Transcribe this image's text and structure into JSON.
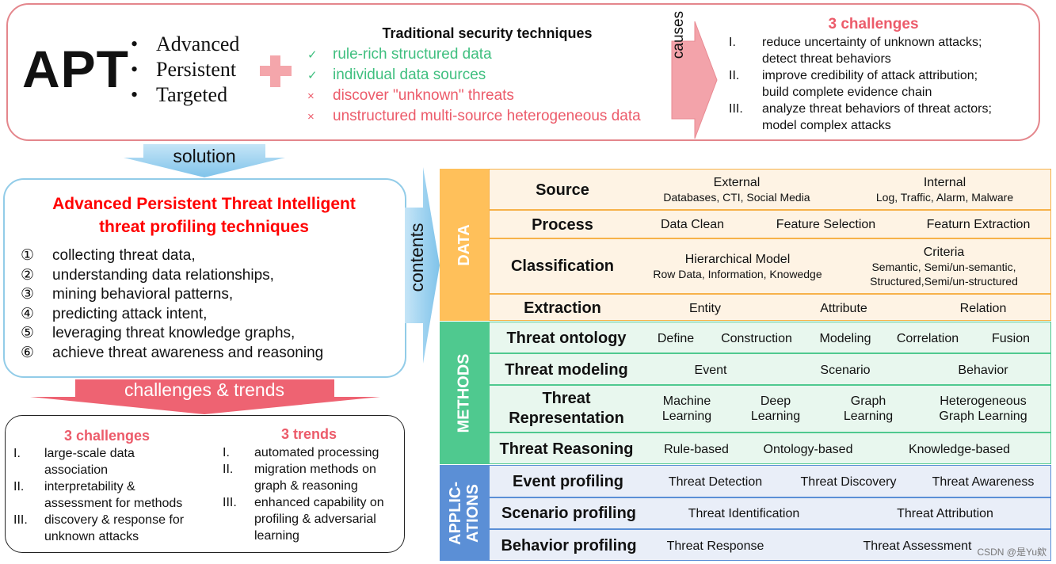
{
  "top": {
    "apt": "APT",
    "apt_items": [
      "Advanced",
      "Persistent",
      "Targeted"
    ],
    "traditional_title": "Traditional security techniques",
    "traditional_items": [
      {
        "mark": "✓",
        "text": "rule-rich structured data"
      },
      {
        "mark": "✓",
        "text": "individual data sources"
      },
      {
        "mark": "×",
        "text": "discover \"unknown\" threats"
      },
      {
        "mark": "×",
        "text": "unstructured multi-source heterogeneous data"
      }
    ],
    "causes": "causes",
    "challenges_title": "3 challenges",
    "challenges": [
      {
        "num": "I.",
        "line1": "reduce uncertainty of unknown attacks;",
        "line2": "detect threat behaviors"
      },
      {
        "num": "II.",
        "line1": "improve credibility of attack attribution;",
        "line2": "build complete evidence chain"
      },
      {
        "num": "III.",
        "line1": "analyze threat behaviors of threat actors;",
        "line2": "model complex attacks"
      }
    ]
  },
  "solution": "solution",
  "profiling": {
    "title_line1": "Advanced Persistent Threat Intelligent",
    "title_line2": "threat profiling techniques",
    "items": [
      {
        "num": "①",
        "text": "collecting threat data,"
      },
      {
        "num": "②",
        "text": "understanding data relationships,"
      },
      {
        "num": "③",
        "text": "mining behavioral patterns,"
      },
      {
        "num": "④",
        "text": "predicting attack intent,"
      },
      {
        "num": "⑤",
        "text": "leveraging threat knowledge graphs,"
      },
      {
        "num": "⑥",
        "text": "achieve threat awareness and reasoning"
      }
    ]
  },
  "contents": "contents",
  "challenges_trends": "challenges & trends",
  "bottom": {
    "challenges_title": "3 challenges",
    "challenges": [
      {
        "num": "I.",
        "line1": "large-scale data",
        "line2": "association"
      },
      {
        "num": "II.",
        "line1": "interpretability &",
        "line2": "assessment for methods"
      },
      {
        "num": "III.",
        "line1": "discovery & response for",
        "line2": "unknown attacks"
      }
    ],
    "trends_title": "3 trends",
    "trends": [
      {
        "num": "I.",
        "line1": "automated processing",
        "line2": ""
      },
      {
        "num": "II.",
        "line1": "migration methods on",
        "line2": "graph & reasoning"
      },
      {
        "num": "III.",
        "line1": "enhanced capability on",
        "line2": "profiling & adversarial",
        "line3": "learning"
      }
    ]
  },
  "table": {
    "data_label": "DATA",
    "methods_label": "METHODS",
    "app_label_line1": "APPLIC-",
    "app_label_line2": "ATIONS",
    "source": {
      "label": "Source",
      "ext_title": "External",
      "ext_sub": "Databases, CTI, Social Media",
      "int_title": "Internal",
      "int_sub": "Log, Traffic, Alarm, Malware"
    },
    "process": {
      "label": "Process",
      "cells": [
        "Data Clean",
        "Feature Selection",
        "Featurn Extraction"
      ]
    },
    "classification": {
      "label": "Classification",
      "h_title": "Hierarchical Model",
      "h_sub": "Row Data, Information, Knowedge",
      "c_title": "Criteria",
      "c_sub1": "Semantic, Semi/un-semantic,",
      "c_sub2": "Structured,Semi/un-structured"
    },
    "extraction": {
      "label": "Extraction",
      "cells": [
        "Entity",
        "Attribute",
        "Relation"
      ]
    },
    "ontology": {
      "label": "Threat ontology",
      "cells": [
        "Define",
        "Construction",
        "Modeling",
        "Correlation",
        "Fusion"
      ]
    },
    "modeling": {
      "label": "Threat modeling",
      "cells": [
        "Event",
        "Scenario",
        "Behavior"
      ]
    },
    "representation": {
      "label1": "Threat",
      "label2": "Representation",
      "cells": [
        [
          "Machine",
          "Learning"
        ],
        [
          "Deep",
          "Learning"
        ],
        [
          "Graph",
          "Learning"
        ],
        [
          "Heterogeneous",
          "Graph Learning"
        ]
      ]
    },
    "reasoning": {
      "label": "Threat Reasoning",
      "cells": [
        "Rule-based",
        "Ontology-based",
        "Knowledge-based"
      ]
    },
    "event": {
      "label": "Event profiling",
      "cells": [
        "Threat Detection",
        "Threat Discovery",
        "Threat Awareness"
      ]
    },
    "scenario": {
      "label": "Scenario profiling",
      "cells": [
        "Threat Identification",
        "Threat Attribution"
      ]
    },
    "behavior": {
      "label": "Behavior profiling",
      "cells": [
        "Threat Response",
        "Threat Assessment"
      ]
    }
  },
  "watermark": "CSDN @是Yu欸",
  "colors": {
    "red": "#ec5b6a",
    "green": "#3fbf7f",
    "data": "#ffc05a",
    "methods": "#4fc98f",
    "apps": "#5b8fd6"
  }
}
